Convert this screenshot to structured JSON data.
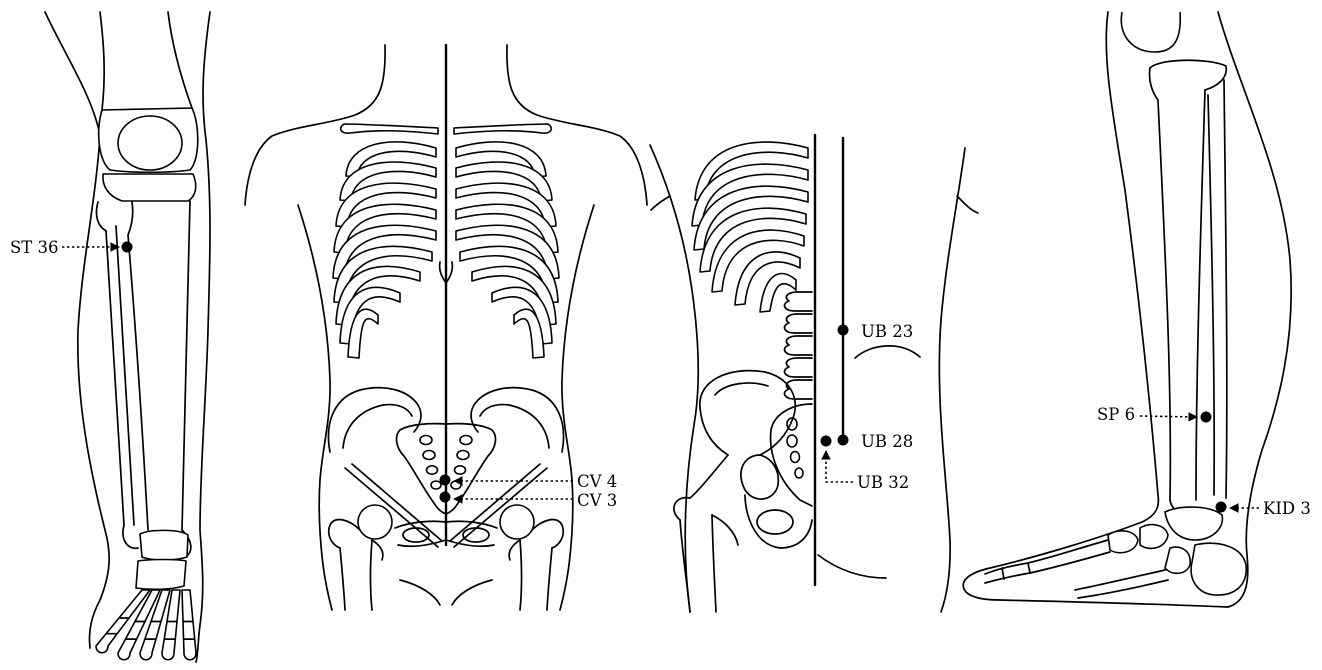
{
  "points": {
    "st36": {
      "label": "ST 36"
    },
    "cv4": {
      "label": "CV 4"
    },
    "cv3": {
      "label": "CV 3"
    },
    "ub23": {
      "label": "UB 23"
    },
    "ub28": {
      "label": "UB 28"
    },
    "ub32": {
      "label": "UB 32"
    },
    "sp6": {
      "label": "SP 6"
    },
    "kid3": {
      "label": "KID 3"
    }
  },
  "colors": {
    "line": "#000000",
    "background": "#ffffff"
  }
}
